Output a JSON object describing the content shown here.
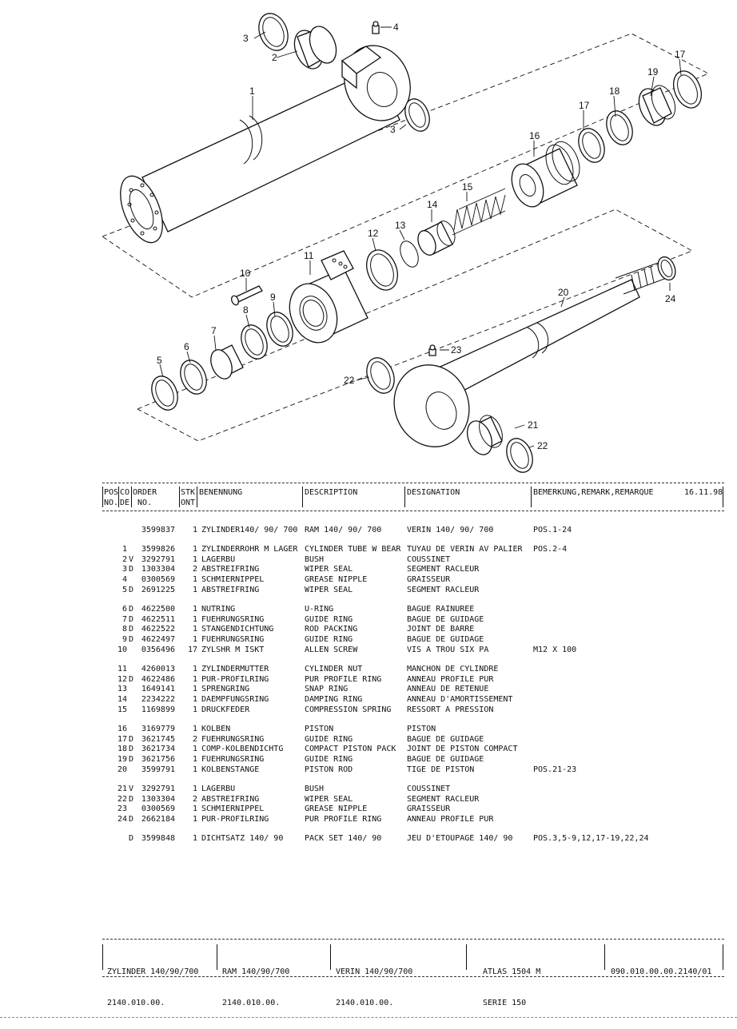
{
  "diagram": {
    "callouts": [
      "1",
      "2",
      "3",
      "3",
      "4",
      "5",
      "6",
      "7",
      "8",
      "9",
      "10",
      "11",
      "12",
      "13",
      "14",
      "15",
      "16",
      "17",
      "17",
      "18",
      "19",
      "20",
      "21",
      "22",
      "22",
      "23",
      "24"
    ]
  },
  "table": {
    "headers": {
      "pos": "POS",
      "pos2": "NO.",
      "code": "CO",
      "code2": "DE",
      "order": "ORDER",
      "order2": "NO.",
      "qty": "STK",
      "qty2": "ONT",
      "name": "BENENNUNG",
      "desc": "DESCRIPTION",
      "desig": "DESIGNATION",
      "remark": "BEMERKUNG,REMARK,REMARQUE",
      "date": "16.11.98"
    },
    "groups": [
      [
        {
          "pos": "",
          "code": "",
          "order": "3599837",
          "qty": "1",
          "name": "ZYLINDER140/ 90/ 700",
          "desc": "RAM 140/ 90/ 700",
          "desig": "VERIN 140/ 90/ 700",
          "remark": "POS.1-24"
        }
      ],
      [
        {
          "pos": "1",
          "code": "",
          "order": "3599826",
          "qty": "1",
          "name": "ZYLINDERROHR M LAGER",
          "desc": "CYLINDER TUBE W BEAR",
          "desig": "TUYAU DE VERIN AV PALIER",
          "remark": "POS.2-4"
        },
        {
          "pos": "2",
          "code": "V",
          "order": "3292791",
          "qty": "1",
          "name": "LAGERBU",
          "desc": "BUSH",
          "desig": "COUSSINET",
          "remark": ""
        },
        {
          "pos": "3",
          "code": "D",
          "order": "1303304",
          "qty": "2",
          "name": "ABSTREIFRING",
          "desc": "WIPER SEAL",
          "desig": "SEGMENT RACLEUR",
          "remark": ""
        },
        {
          "pos": "4",
          "code": "",
          "order": "0300569",
          "qty": "1",
          "name": "SCHMIERNIPPEL",
          "desc": "GREASE NIPPLE",
          "desig": "GRAISSEUR",
          "remark": ""
        },
        {
          "pos": "5",
          "code": "D",
          "order": "2691225",
          "qty": "1",
          "name": "ABSTREIFRING",
          "desc": "WIPER SEAL",
          "desig": "SEGMENT RACLEUR",
          "remark": ""
        }
      ],
      [
        {
          "pos": "6",
          "code": "D",
          "order": "4622500",
          "qty": "1",
          "name": "NUTRING",
          "desc": "U-RING",
          "desig": "BAGUE RAINUREE",
          "remark": ""
        },
        {
          "pos": "7",
          "code": "D",
          "order": "4622511",
          "qty": "1",
          "name": "FUEHRUNGSRING",
          "desc": "GUIDE RING",
          "desig": "BAGUE DE GUIDAGE",
          "remark": ""
        },
        {
          "pos": "8",
          "code": "D",
          "order": "4622522",
          "qty": "1",
          "name": "STANGENDICHTUNG",
          "desc": "ROD PACKING",
          "desig": "JOINT DE BARRE",
          "remark": ""
        },
        {
          "pos": "9",
          "code": "D",
          "order": "4622497",
          "qty": "1",
          "name": "FUEHRUNGSRING",
          "desc": "GUIDE RING",
          "desig": "BAGUE DE GUIDAGE",
          "remark": ""
        },
        {
          "pos": "10",
          "code": "",
          "order": "0356496",
          "qty": "17",
          "name": "ZYLSHR M ISKT",
          "desc": "ALLEN SCREW",
          "desig": "VIS A TROU SIX PA",
          "remark": "M12 X 100"
        }
      ],
      [
        {
          "pos": "11",
          "code": "",
          "order": "4260013",
          "qty": "1",
          "name": "ZYLINDERMUTTER",
          "desc": "CYLINDER NUT",
          "desig": "MANCHON DE CYLINDRE",
          "remark": ""
        },
        {
          "pos": "12",
          "code": "D",
          "order": "4622486",
          "qty": "1",
          "name": "PUR-PROFILRING",
          "desc": "PUR PROFILE RING",
          "desig": "ANNEAU PROFILE PUR",
          "remark": ""
        },
        {
          "pos": "13",
          "code": "",
          "order": "1649141",
          "qty": "1",
          "name": "SPRENGRING",
          "desc": "SNAP RING",
          "desig": "ANNEAU DE RETENUE",
          "remark": ""
        },
        {
          "pos": "14",
          "code": "",
          "order": "2234222",
          "qty": "1",
          "name": "DAEMPFUNGSRING",
          "desc": "DAMPING RING",
          "desig": "ANNEAU D'AMORTISSEMENT",
          "remark": ""
        },
        {
          "pos": "15",
          "code": "",
          "order": "1169899",
          "qty": "1",
          "name": "DRUCKFEDER",
          "desc": "COMPRESSION SPRING",
          "desig": "RESSORT A PRESSION",
          "remark": ""
        }
      ],
      [
        {
          "pos": "16",
          "code": "",
          "order": "3169779",
          "qty": "1",
          "name": "KOLBEN",
          "desc": "PISTON",
          "desig": "PISTON",
          "remark": ""
        },
        {
          "pos": "17",
          "code": "D",
          "order": "3621745",
          "qty": "2",
          "name": "FUEHRUNGSRING",
          "desc": "GUIDE RING",
          "desig": "BAGUE DE GUIDAGE",
          "remark": ""
        },
        {
          "pos": "18",
          "code": "D",
          "order": "3621734",
          "qty": "1",
          "name": "COMP-KOLBENDICHTG",
          "desc": "COMPACT PISTON PACK",
          "desig": "JOINT DE PISTON COMPACT",
          "remark": ""
        },
        {
          "pos": "19",
          "code": "D",
          "order": "3621756",
          "qty": "1",
          "name": "FUEHRUNGSRING",
          "desc": "GUIDE RING",
          "desig": "BAGUE DE GUIDAGE",
          "remark": ""
        },
        {
          "pos": "20",
          "code": "",
          "order": "3599791",
          "qty": "1",
          "name": "KOLBENSTANGE",
          "desc": "PISTON ROD",
          "desig": "TIGE DE PISTON",
          "remark": "POS.21-23"
        }
      ],
      [
        {
          "pos": "21",
          "code": "V",
          "order": "3292791",
          "qty": "1",
          "name": "LAGERBU",
          "desc": "BUSH",
          "desig": "COUSSINET",
          "remark": ""
        },
        {
          "pos": "22",
          "code": "D",
          "order": "1303304",
          "qty": "2",
          "name": "ABSTREIFRING",
          "desc": "WIPER SEAL",
          "desig": "SEGMENT RACLEUR",
          "remark": ""
        },
        {
          "pos": "23",
          "code": "",
          "order": "0300569",
          "qty": "1",
          "name": "SCHMIERNIPPEL",
          "desc": "GREASE NIPPLE",
          "desig": "GRAISSEUR",
          "remark": ""
        },
        {
          "pos": "24",
          "code": "D",
          "order": "2662184",
          "qty": "1",
          "name": "PUR-PROFILRING",
          "desc": "PUR PROFILE RING",
          "desig": "ANNEAU PROFILE PUR",
          "remark": ""
        }
      ],
      [
        {
          "pos": "",
          "code": "D",
          "order": "3599848",
          "qty": "1",
          "name": "DICHTSATZ 140/ 90",
          "desc": "PACK SET 140/ 90",
          "desig": "JEU D'ETOUPAGE 140/ 90",
          "remark": "POS.3,5-9,12,17-19,22,24"
        }
      ]
    ]
  },
  "footer": {
    "de_name": "ZYLINDER 140/90/700",
    "de_no": "2140.010.00.",
    "en_name": "RAM 140/90/700",
    "en_no": "2140.010.00.",
    "fr_name": "VERIN 140/90/700",
    "fr_no": "2140.010.00.",
    "model": "ATLAS 1504 M",
    "series": "SERIE 150",
    "doc_no": "090.010.00.00.2140/01"
  }
}
